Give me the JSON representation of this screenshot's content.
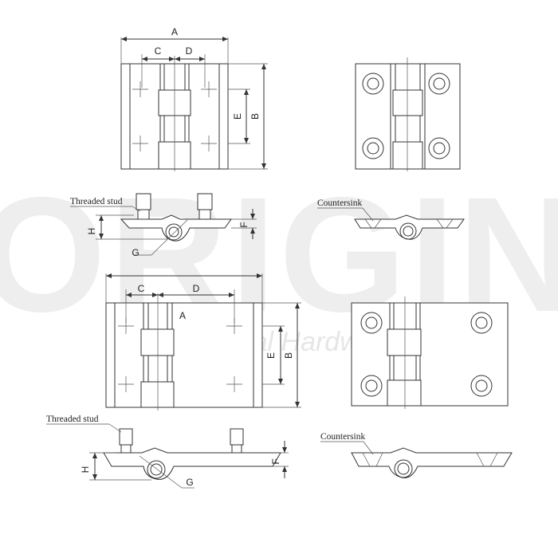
{
  "watermark": {
    "brand": "ORIGIN",
    "tagline": "Original Hardware Supplier",
    "color": "#ececec"
  },
  "labels": {
    "a": "A",
    "b": "B",
    "c": "C",
    "d": "D",
    "e": "E",
    "f": "F",
    "g": "G",
    "h": "H",
    "threaded_stud": "Threaded stud",
    "countersink": "Countersink"
  },
  "colors": {
    "line": "#333333",
    "background": "#ffffff"
  }
}
